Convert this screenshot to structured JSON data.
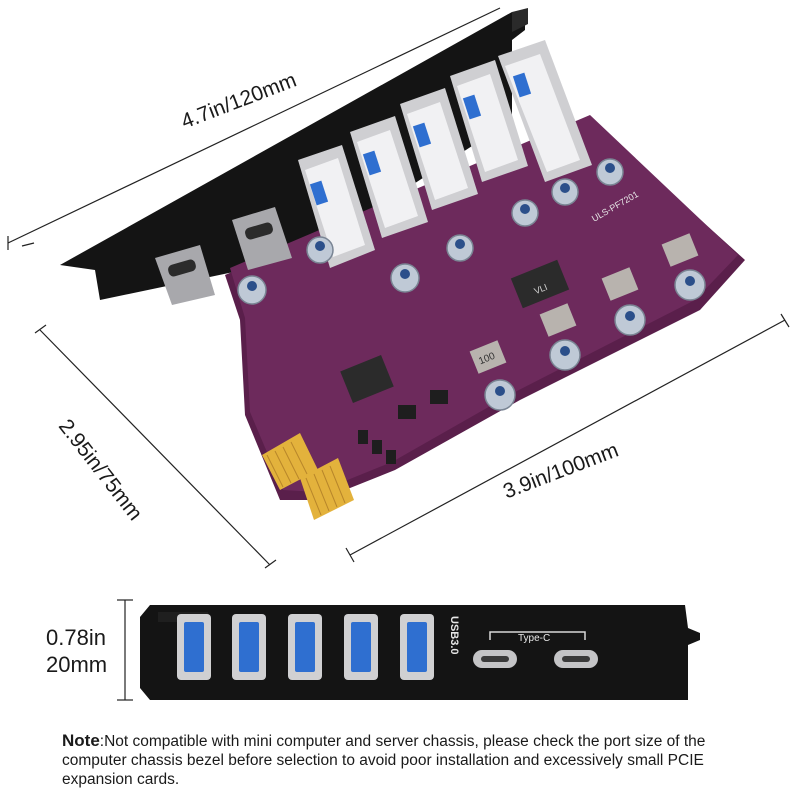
{
  "dimensions": {
    "length": "4.7in/120mm",
    "height": "2.95in/75mm",
    "depth": "3.9in/100mm",
    "bracket_height_in": "0.78in",
    "bracket_height_mm": "20mm"
  },
  "card_labels": {
    "model": "ULS-PF7201",
    "inductor": "100",
    "chip": "VLI"
  },
  "bracket_labels": {
    "usb": "USB3.0",
    "typec": "Type-C"
  },
  "note": {
    "prefix": "Note",
    "text": ":Not compatible with mini computer and server chassis, please check the port size of the computer chassis bezel before selection to avoid poor installation and excessively small PCIE expansion cards."
  },
  "colors": {
    "pcb": "#6d2a5c",
    "pcb_edge": "#5a1f4b",
    "bracket": "#151515",
    "usb_blue": "#2f6fd0",
    "gold": "#e3b23c"
  }
}
